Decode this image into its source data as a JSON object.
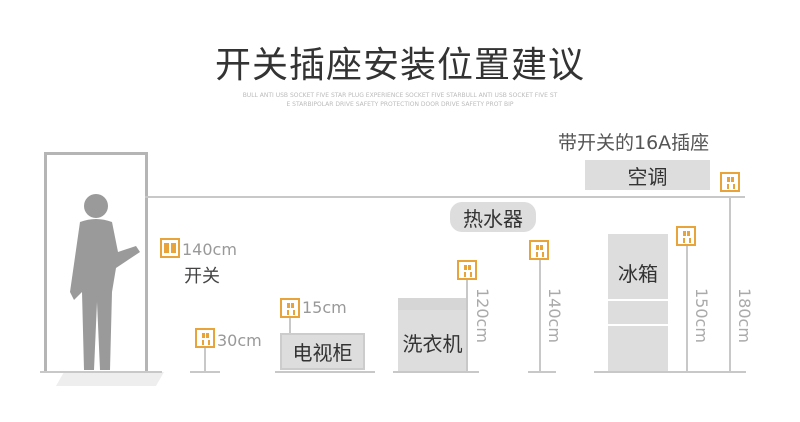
{
  "title": "开关插座安装位置建议",
  "subtitle_lines": [
    "BULL ANTI USB SOCKET FIVE STAR PLUG EXPERIENCE SOCKET FIVE STARBULL ANTI USB SOCKET FIVE ST",
    "E STARBIPOLAR DRIVE SAFETY PROTECTION DOOR  DRIVE SAFETY PROT BIP"
  ],
  "note": "带开关的16A插座",
  "appliances": {
    "ac": "空调",
    "water_heater": "热水器",
    "tv_cabinet": "电视柜",
    "washer": "洗衣机",
    "fridge": "冰箱"
  },
  "switch": {
    "height": "140cm",
    "label": "开关"
  },
  "heights": {
    "low": "30cm",
    "tv": "15cm",
    "washer": "120cm",
    "heater": "140cm",
    "fridge": "150cm",
    "ac": "180cm"
  },
  "colors": {
    "accent": "#e8a33a",
    "gray": "#dddddd"
  }
}
